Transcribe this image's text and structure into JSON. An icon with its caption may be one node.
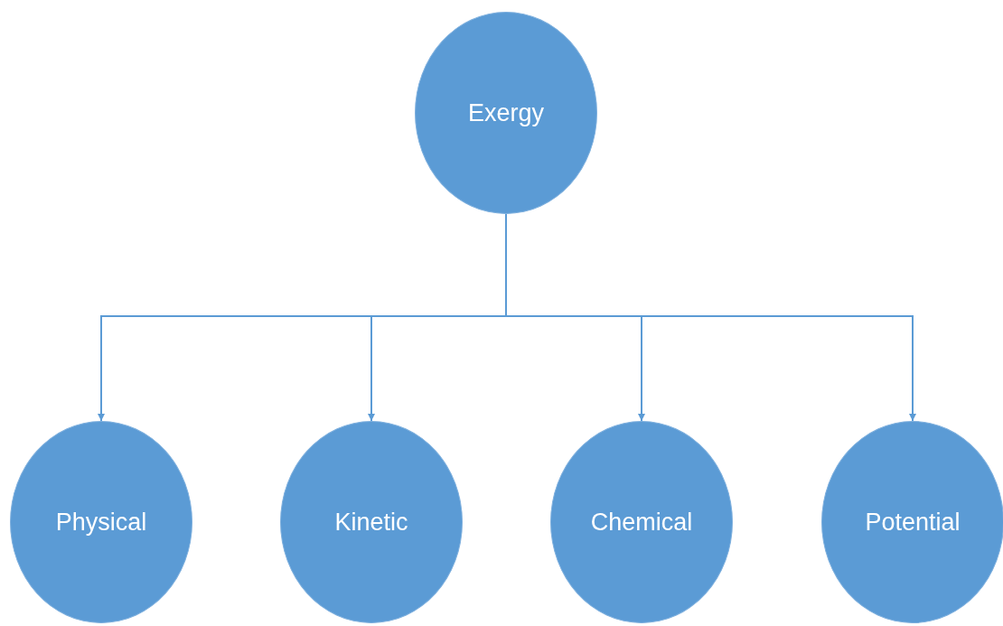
{
  "diagram": {
    "nodes": [
      {
        "text": [
          "Exergy"
        ]
      },
      {
        "text": [
          "Physical"
        ]
      },
      {
        "text": [
          "Kinetic"
        ]
      },
      {
        "text": [
          "Chemical"
        ]
      },
      {
        "text": [
          "Potential"
        ]
      }
    ],
    "edges": [
      {
        "from": 0,
        "to": 1,
        "arrow": "to"
      },
      {
        "from": 0,
        "to": 2,
        "arrow": "to"
      },
      {
        "from": 0,
        "to": 3,
        "arrow": "to"
      },
      {
        "from": 0,
        "to": 4,
        "arrow": "to"
      }
    ]
  }
}
